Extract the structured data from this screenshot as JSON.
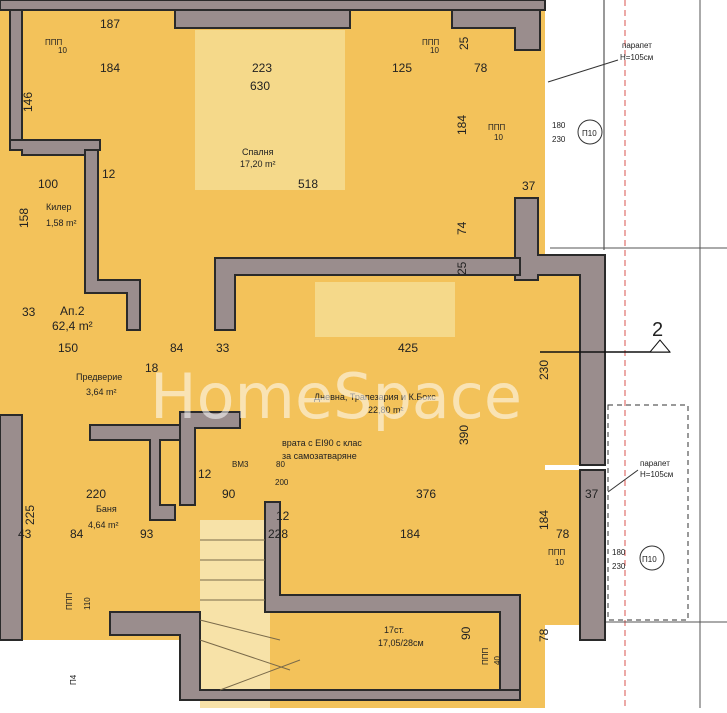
{
  "plan": {
    "rooms": [
      {
        "id": "bedroom",
        "name": "Спалня",
        "area": "17,20 m²"
      },
      {
        "id": "pantry",
        "name": "Килер",
        "area": "1,58 m²"
      },
      {
        "id": "apartment",
        "name": "Ап.2",
        "area": "62,4 m²"
      },
      {
        "id": "hall",
        "name": "Предверие",
        "area": "3,64 m²"
      },
      {
        "id": "living",
        "name": "Дневна, Трапезария и К.Бокс",
        "area": "22,80 m²"
      },
      {
        "id": "bath",
        "name": "Баня",
        "area": "4,64 m²"
      },
      {
        "id": "stairs",
        "name": "17ст.",
        "area": "17,05/28см"
      }
    ],
    "door_note": {
      "line1": "врата с EI90 с клас",
      "line2": "за самозатваряне"
    },
    "parapets": [
      {
        "line1": "парапет",
        "line2": "Н=105см"
      },
      {
        "line1": "парапет",
        "line2": "Н=105см"
      }
    ],
    "section_marker": "2",
    "dimensions": [
      "187",
      "184",
      "223",
      "125",
      "78",
      "630",
      "146",
      "184",
      "518",
      "100",
      "158",
      "12",
      "37",
      "74",
      "25",
      "33",
      "150",
      "84",
      "18",
      "425",
      "230",
      "390",
      "220",
      "376",
      "37",
      "225",
      "43",
      "84",
      "93",
      "90",
      "12",
      "228",
      "184",
      "184",
      "78",
      "90",
      "78",
      "33",
      "12",
      "25"
    ],
    "small_marks": [
      {
        "a": "ППП",
        "b": "10"
      },
      {
        "a": "ППП",
        "b": "10"
      },
      {
        "a": "ППП",
        "b": "10"
      },
      {
        "a": "180",
        "b": "230"
      },
      {
        "a": "П10",
        "b": ""
      },
      {
        "a": "ВМ3",
        "b": "80"
      },
      {
        "a": "200",
        "b": ""
      },
      {
        "a": "ППП",
        "b": "110"
      },
      {
        "a": "ППП",
        "b": "10"
      },
      {
        "a": "180",
        "b": "230"
      },
      {
        "a": "П10",
        "b": ""
      },
      {
        "a": "ППП",
        "b": "40"
      },
      {
        "a": "П4",
        "b": ""
      }
    ],
    "watermark": "HomeSpace"
  }
}
